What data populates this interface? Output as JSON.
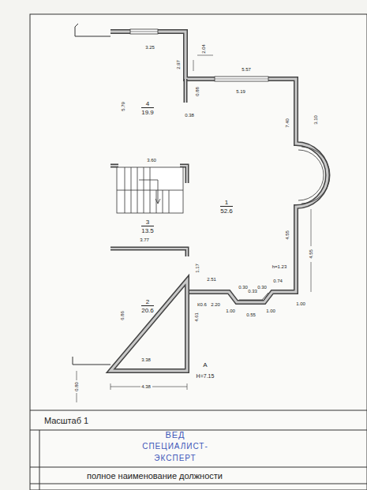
{
  "diagram": {
    "nodes": [
      {
        "text": [
          "4",
          "19.9"
        ]
      },
      {
        "text": [
          "1",
          "52.6"
        ]
      },
      {
        "text": [
          "3",
          "13.5"
        ]
      },
      {
        "text": [
          "2",
          "20.6"
        ]
      }
    ],
    "labels": [
      "3.25",
      "2.04",
      "5.57",
      "2.97",
      "0.88",
      "5.19",
      "0.38",
      "5.79",
      "3.60",
      "7.40",
      "3.10",
      "3.77",
      "4.55",
      "4.55",
      "h=1.23",
      "1.17",
      "2.51",
      "0.74",
      "0.30",
      "0.33",
      "0.30",
      "К0.6",
      "2.20",
      "1.00",
      "0.55",
      "1.00",
      "1.00",
      "6.86",
      "4.61",
      "3.38",
      "0.80",
      "4.38",
      "А",
      "Н=7.15",
      "Масштаб 1",
      "ВЕД",
      "СПЕЦИАЛИСТ-",
      "ЭКСПЕРТ",
      "полное наименование должности"
    ]
  }
}
